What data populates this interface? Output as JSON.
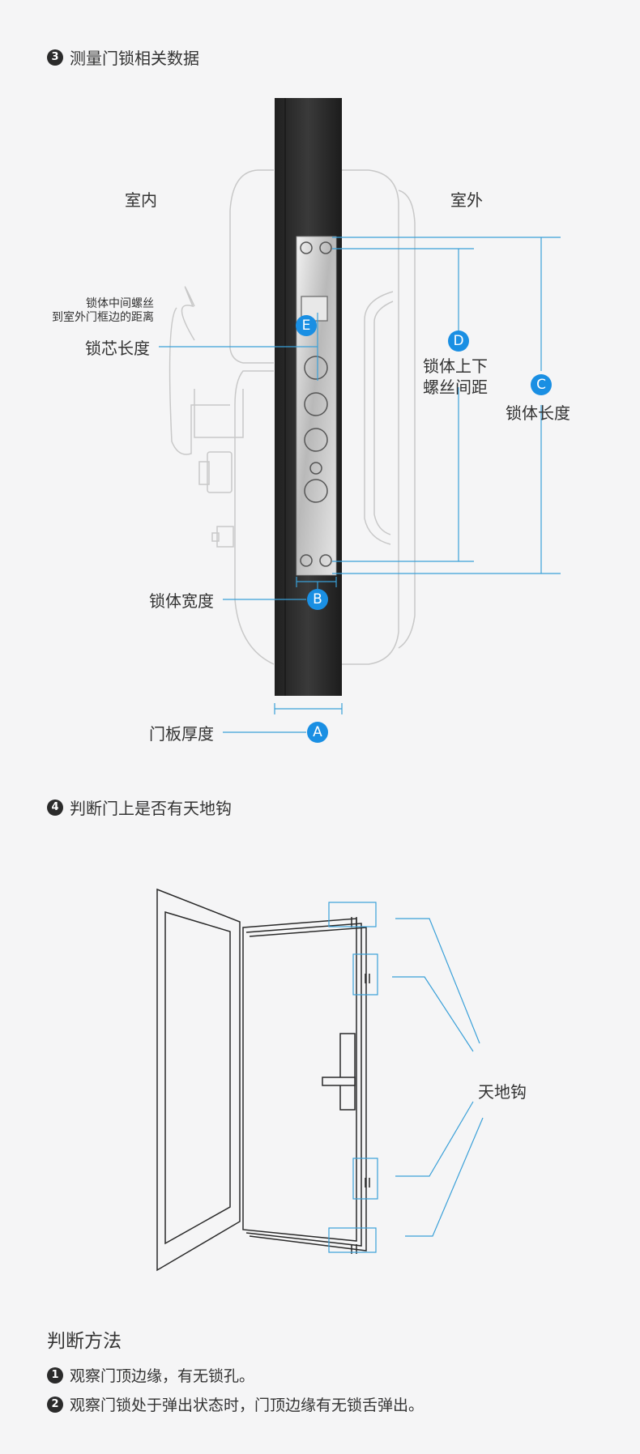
{
  "section3": {
    "num": "3",
    "title": "测量门锁相关数据"
  },
  "labels": {
    "indoor": "室内",
    "outdoor": "室外",
    "e_desc": "锁体中间螺丝\n到室外门框边的距离",
    "core_length": "锁芯长度",
    "d_desc": "锁体上下\n螺丝间距",
    "c_desc": "锁体长度",
    "body_width": "锁体宽度",
    "door_thickness": "门板厚度"
  },
  "pins": {
    "a": "A",
    "b": "B",
    "c": "C",
    "d": "D",
    "e": "E"
  },
  "section4": {
    "num": "4",
    "title": "判断门上是否有天地钩"
  },
  "hook_label": "天地钩",
  "method": {
    "title": "判断方法",
    "items": [
      {
        "num": "1",
        "text": "观察门顶边缘，有无锁孔。"
      },
      {
        "num": "2",
        "text": "观察门锁处于弹出状态时，门顶边缘有无锁舌弹出。"
      }
    ]
  },
  "colors": {
    "accent": "#1a8fe3",
    "door": "#2a2a2a",
    "line": "#3aa0d8"
  }
}
